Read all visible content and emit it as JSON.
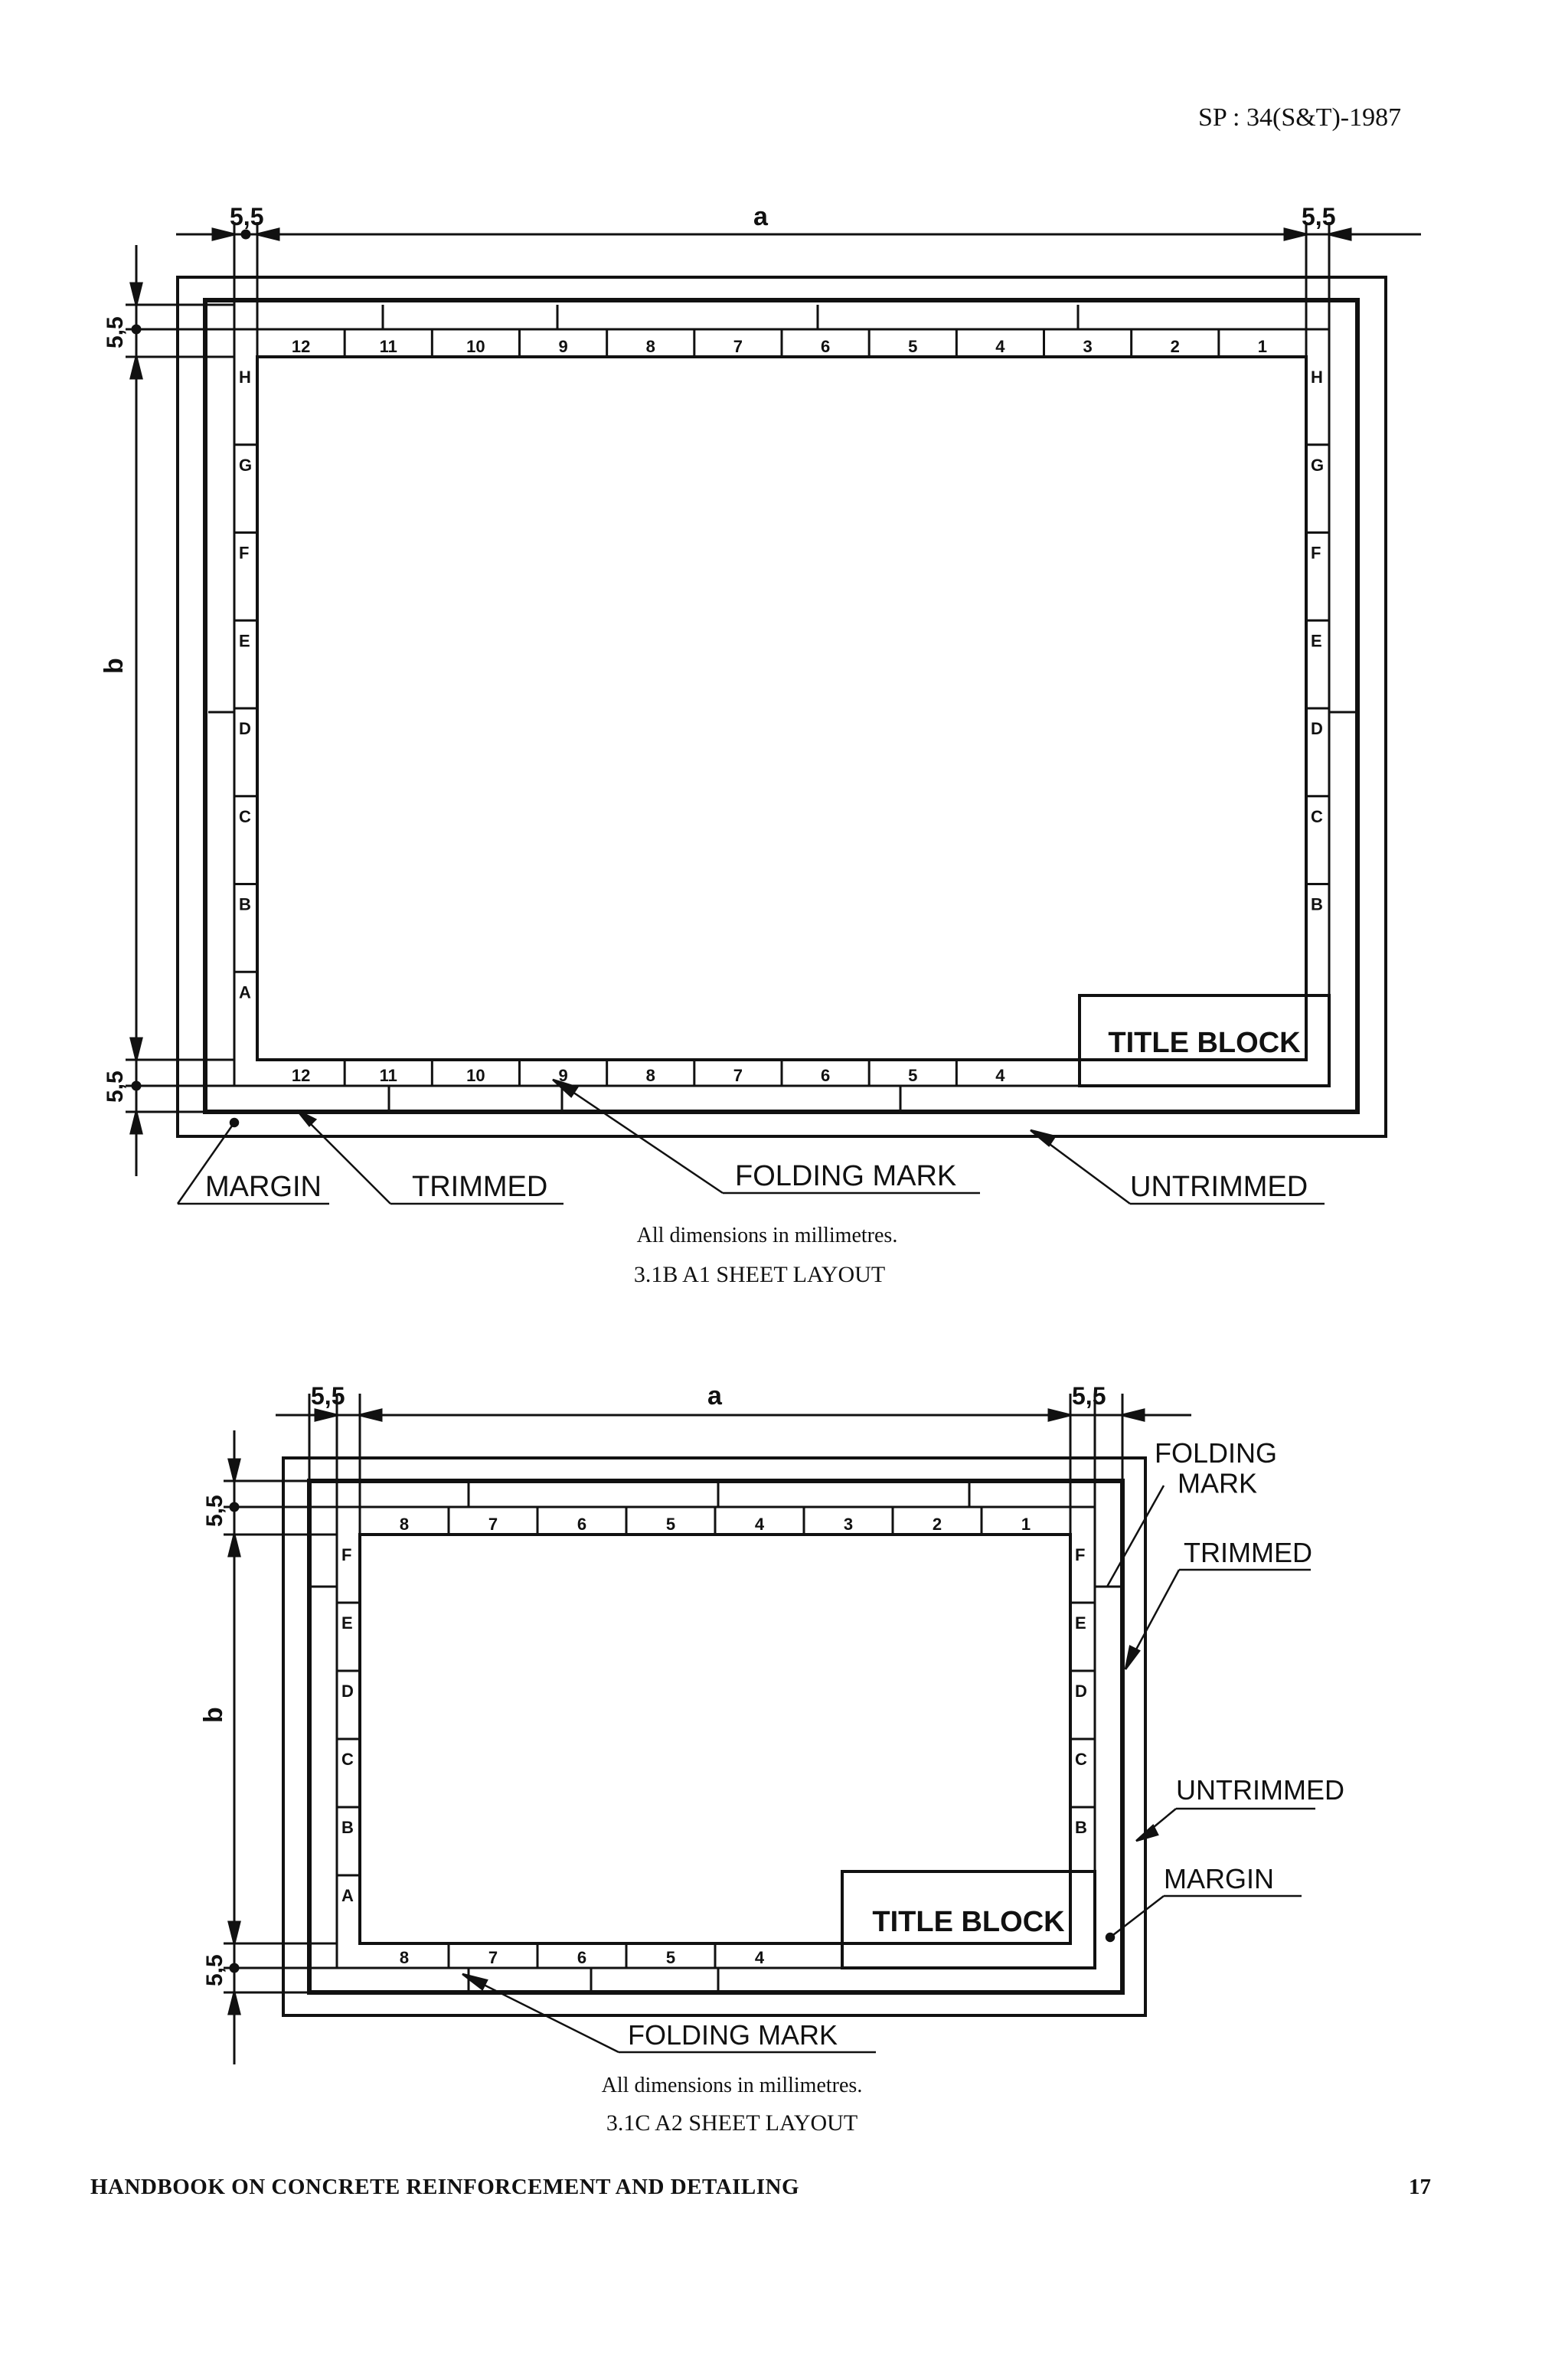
{
  "header": {
    "code": "SP : 34(S&T)-1987"
  },
  "footer": {
    "title": "HANDBOOK ON CONCRETE REINFORCEMENT AND DETAILING",
    "page_number": "17"
  },
  "figures": [
    {
      "dims": {
        "top_left": "5,5",
        "width": "a",
        "top_right": "5,5",
        "left_top": "5,5",
        "height": "b",
        "left_bottom": "5,5"
      },
      "title_block": "TITLE BLOCK",
      "labels": {
        "margin": "MARGIN",
        "trimmed": "TRIMMED",
        "folding_mark": "FOLDING MARK",
        "untrimmed": "UNTRIMMED"
      },
      "note": "All dimensions in millimetres.",
      "caption": "3.1B A1 SHEET LAYOUT",
      "top_numbers": [
        "12",
        "11",
        "10",
        "9",
        "8",
        "7",
        "6",
        "5",
        "4",
        "3",
        "2",
        "1"
      ],
      "bottom_numbers": [
        "12",
        "11",
        "10",
        "9",
        "8",
        "7",
        "6",
        "5",
        "4"
      ],
      "side_letters": [
        "H",
        "G",
        "F",
        "E",
        "D",
        "C",
        "B",
        "A"
      ],
      "right_letters": [
        "H",
        "G",
        "F",
        "E",
        "D",
        "C",
        "B"
      ]
    },
    {
      "dims": {
        "top_left": "5,5",
        "width": "a",
        "top_right": "5,5",
        "left_top": "5,5",
        "height": "b",
        "left_bottom": "5,5"
      },
      "title_block": "TITLE BLOCK",
      "labels": {
        "folding_mark_top": "FOLDING\nMARK",
        "trimmed": "TRIMMED",
        "untrimmed": "UNTRIMMED",
        "margin": "MARGIN",
        "folding_mark_bottom": "FOLDING MARK"
      },
      "note": "All dimensions in millimetres.",
      "caption": "3.1C A2 SHEET LAYOUT",
      "top_numbers": [
        "8",
        "7",
        "6",
        "5",
        "4",
        "3",
        "2",
        "1"
      ],
      "bottom_numbers": [
        "8",
        "7",
        "6",
        "5",
        "4"
      ],
      "side_letters": [
        "F",
        "E",
        "D",
        "C",
        "B",
        "A"
      ],
      "right_letters": [
        "F",
        "E",
        "D",
        "C",
        "B"
      ]
    }
  ]
}
